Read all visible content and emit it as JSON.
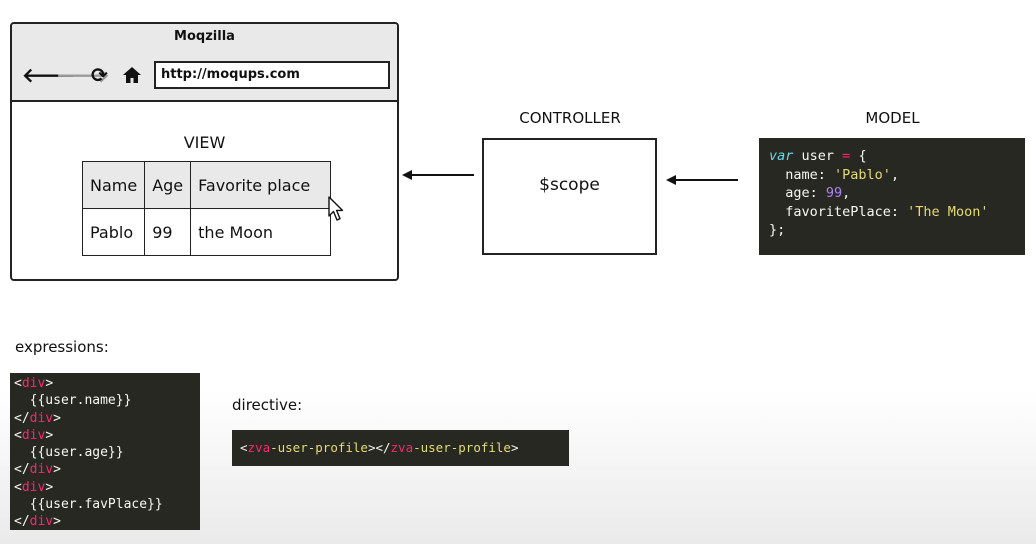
{
  "browser": {
    "title": "Moqzilla",
    "url": "http://moqups.com",
    "nav": {
      "back": "🡐",
      "forward": "🡒",
      "reload": "⟳",
      "home": "⌂"
    }
  },
  "view": {
    "label": "VIEW",
    "table": {
      "headers": [
        "Name",
        "Age",
        "Favorite place"
      ],
      "row": [
        "Pablo",
        "99",
        "the Moon"
      ]
    }
  },
  "controller": {
    "label": "CONTROLLER",
    "scope": "$scope"
  },
  "model": {
    "label": "MODEL",
    "code": {
      "var_kw": "var",
      "var_name": " user ",
      "assign": "=",
      "open": " {",
      "name_key": "  name: ",
      "name_val": "'Pablo'",
      "name_sep": ",",
      "age_key": "  age: ",
      "age_val": "99",
      "age_sep": ",",
      "fav_key": "  favoritePlace: ",
      "fav_val": "'The Moon'",
      "close": "};"
    }
  },
  "expressions": {
    "label": "expressions:",
    "lines": [
      {
        "lt": "<",
        "tag": "div",
        "gt": ">"
      },
      {
        "text": "  {{user.name}}"
      },
      {
        "lt": "</",
        "tag": "div",
        "gt": ">"
      },
      {
        "lt": "<",
        "tag": "div",
        "gt": ">"
      },
      {
        "text": "  {{user.age}}"
      },
      {
        "lt": "</",
        "tag": "div",
        "gt": ">"
      },
      {
        "lt": "<",
        "tag": "div",
        "gt": ">"
      },
      {
        "text": "  {{user.favPlace}}"
      },
      {
        "lt": "</",
        "tag": "div",
        "gt": ">"
      }
    ]
  },
  "directive": {
    "label": "directive:",
    "code": {
      "lt1": "<",
      "prefix1": "zva",
      "rest1": "-user-profile",
      "mid": "></",
      "prefix2": "zva",
      "rest2": "-user-profile",
      "gt": ">"
    }
  },
  "colors": {
    "code_bg": "#272822",
    "keyword": "#66d9ef",
    "string": "#e6db74",
    "number": "#ae81ff",
    "tag": "#f92672"
  }
}
